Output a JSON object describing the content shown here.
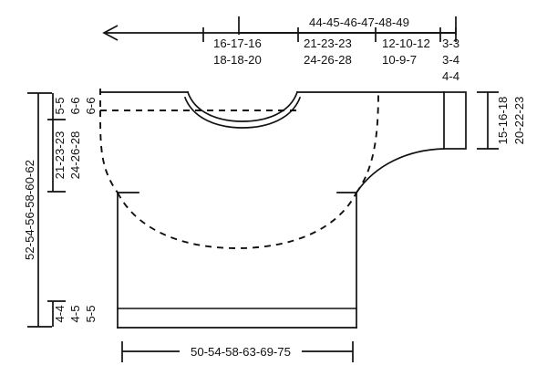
{
  "diagram": {
    "title": "Garment schematic with size measurements",
    "type": "knitting-pattern-schematic",
    "units_note": "",
    "colors": {
      "line": "#111111",
      "background": "#ffffff"
    }
  },
  "top_ruler": {
    "name": "horizontal-top-dimension-ruler",
    "arrow_direction": "left",
    "segments": [
      {
        "id": "sleeve-length",
        "lines": [
          "16-17-16",
          "18-18-20"
        ]
      },
      {
        "id": "upper-body-half",
        "lines": [
          "21-23-23",
          "24-26-28"
        ]
      },
      {
        "id": "shoulder-slope",
        "lines": [
          "12-10-12",
          "10-9-7"
        ]
      },
      {
        "id": "cuff-width",
        "lines": [
          "3-3",
          "3-4",
          "4-4"
        ]
      }
    ],
    "overall": {
      "id": "total-upper-width",
      "label": "44-45-46-47-48-49"
    }
  },
  "left_ruler": {
    "name": "vertical-left-dimension-ruler",
    "total": {
      "id": "total-length",
      "label": "52-54-56-58-60-62"
    },
    "segments": [
      {
        "id": "shoulder-to-yoke",
        "lines": [
          "5-5",
          "6-6",
          "6-6"
        ]
      },
      {
        "id": "armhole-depth",
        "lines": [
          "21-23-23",
          "24-26-28"
        ]
      },
      {
        "id": "hem-band",
        "lines": [
          "4-4",
          "4-5",
          "5-5"
        ]
      }
    ]
  },
  "right_ruler": {
    "name": "vertical-right-dimension-ruler",
    "segment": {
      "id": "sleeve-cuff-height",
      "lines": [
        "15-16-18",
        "20-22-23"
      ]
    }
  },
  "bottom_ruler": {
    "name": "horizontal-bottom-dimension-ruler",
    "segment": {
      "id": "hem-width",
      "label": "50-54-58-63-69-75"
    }
  },
  "shapes": {
    "neckline": "neckline-crescent",
    "body": "body-rectangle",
    "hem_band": "hem-band-rectangle",
    "sleeve": "sleeve-outline",
    "cuff": "cuff-rectangle",
    "armhole_guide": "armhole-dashed-curve",
    "yoke_guide": "yoke-dashed-line"
  }
}
